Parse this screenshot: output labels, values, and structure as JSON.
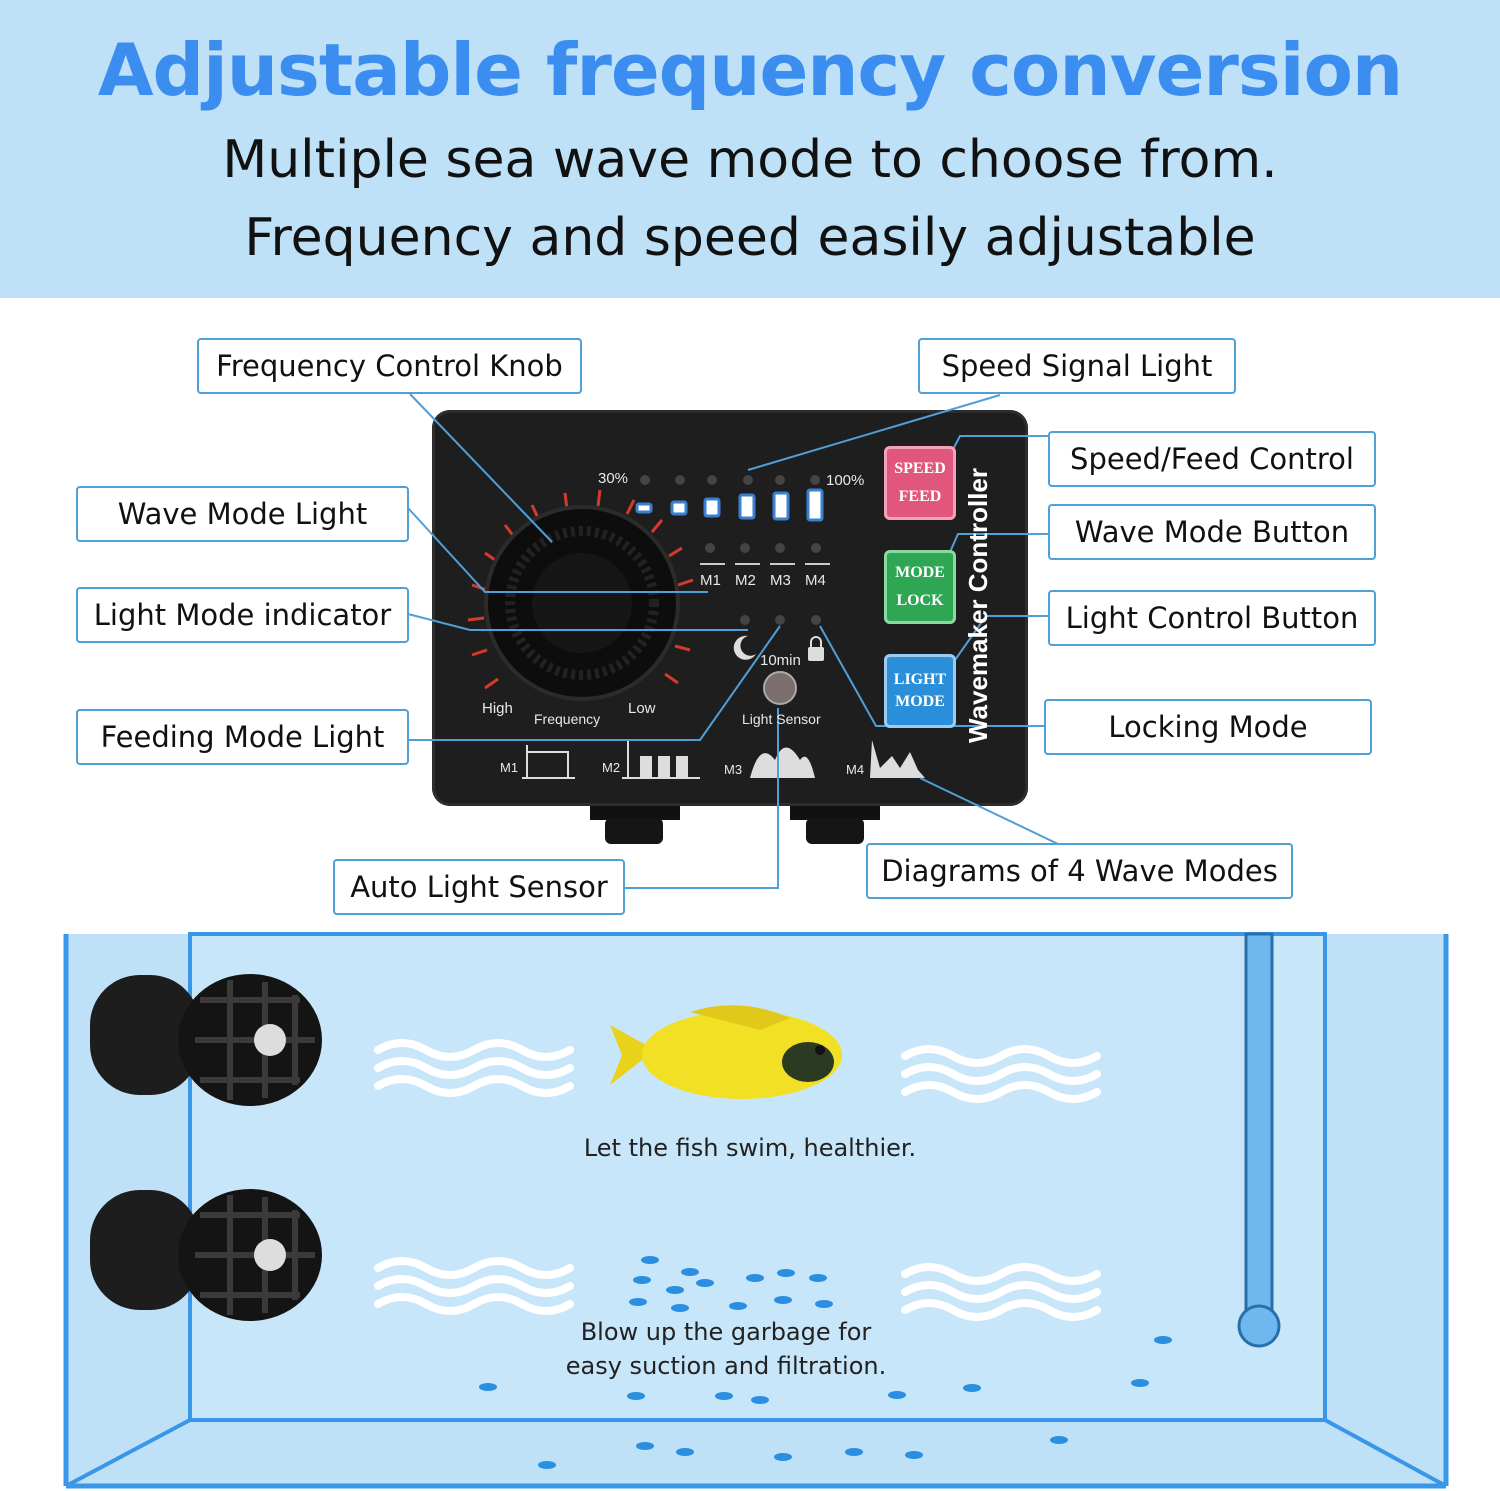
{
  "banner": {
    "title": "Adjustable frequency conversion",
    "line1": "Multiple sea wave mode to choose from.",
    "line2": "Frequency and speed easily adjustable"
  },
  "callouts": {
    "frequency_knob": "Frequency Control Knob",
    "speed_signal": "Speed Signal Light",
    "speed_feed": "Speed/Feed Control",
    "wave_mode_light": "Wave Mode Light",
    "wave_mode_button": "Wave Mode Button",
    "light_mode_indicator": "Light Mode indicator",
    "light_control_button": "Light Control Button",
    "feeding_mode_light": "Feeding Mode Light",
    "locking_mode": "Locking Mode",
    "auto_light_sensor": "Auto Light Sensor",
    "diagrams": "Diagrams of 4 Wave Modes"
  },
  "controller": {
    "pct_low": "30%",
    "pct_high": "100%",
    "modes": [
      "M1",
      "M2",
      "M3",
      "M4"
    ],
    "high": "High",
    "frequency": "Frequency",
    "low": "Low",
    "timer": "10min",
    "sensor": "Light Sensor",
    "speed": "SPEED",
    "feed": "FEED",
    "mode": "MODE",
    "lock": "LOCK",
    "light": "LIGHT",
    "light_mode": "MODE",
    "brand": "Wavemaker Controller",
    "colors": {
      "speed": "#e0567c",
      "mode": "#2fa653",
      "light": "#2a8fd8"
    }
  },
  "tank": {
    "caption1": "Let the fish swim, healthier.",
    "caption2a": "Blow up the garbage for",
    "caption2b": "easy suction and filtration.",
    "water_color": "#bfe1f7",
    "edge_color": "#3a97e8"
  }
}
